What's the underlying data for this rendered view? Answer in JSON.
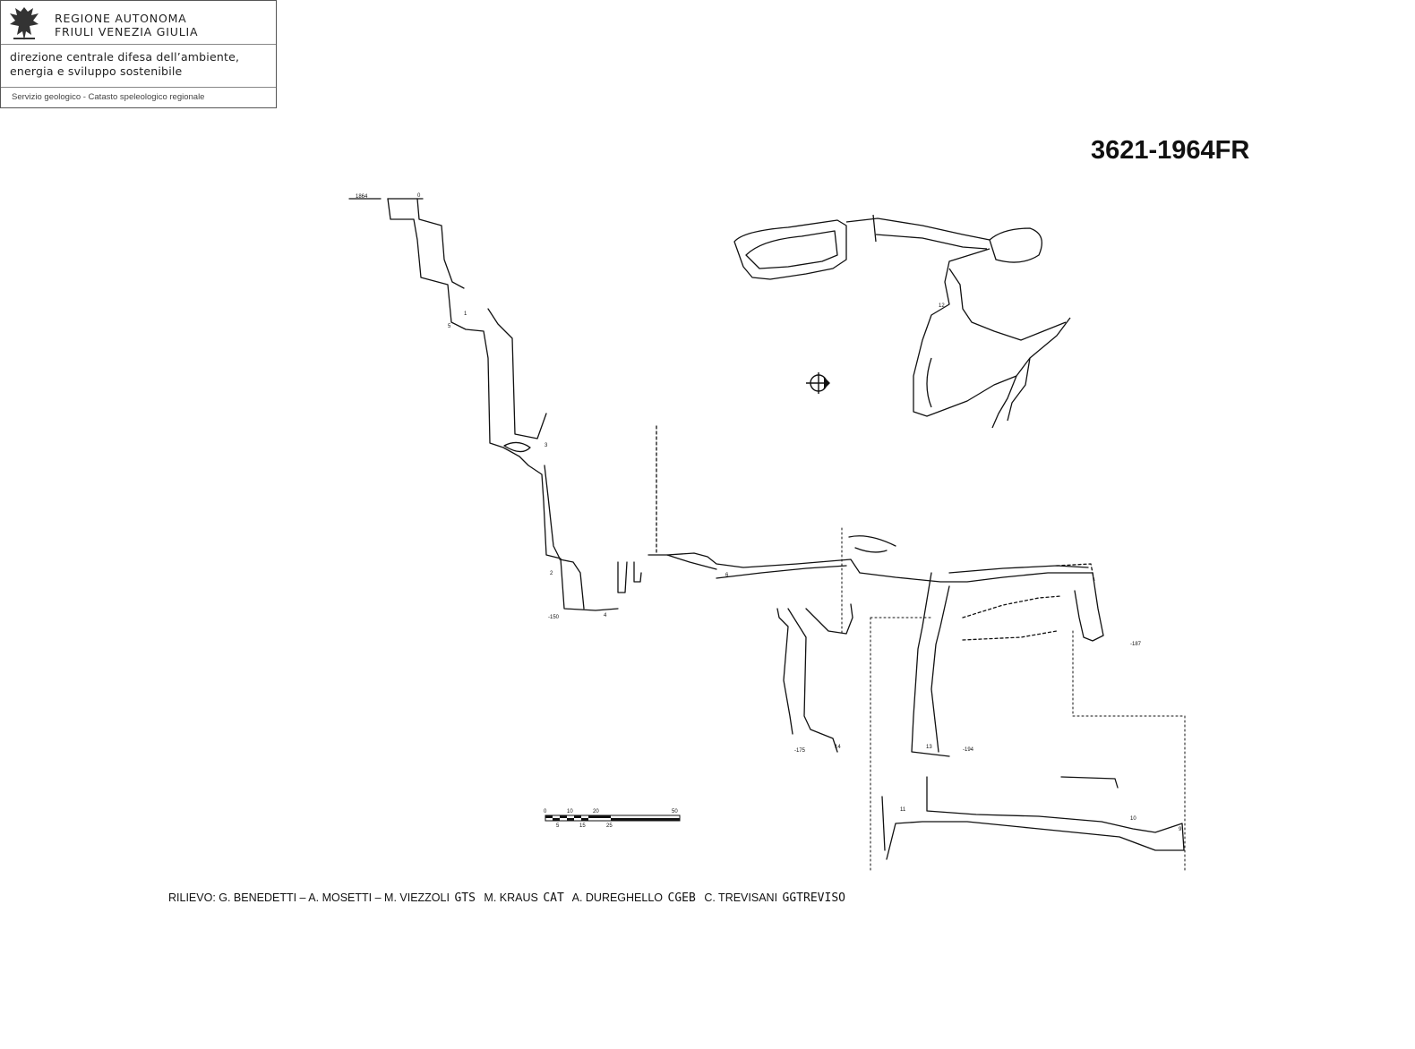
{
  "header": {
    "region_line1": "REGIONE AUTONOMA",
    "region_line2": "FRIULI VENEZIA GIULIA",
    "directorate_line1": "direzione centrale difesa dell’ambiente,",
    "directorate_line2": "energia e sviluppo sostenibile",
    "service": "Servizio geologico - Catasto speleologico regionale"
  },
  "document_id": "3621-1964FR",
  "survey": {
    "entrance_altitude": "1864",
    "entrance_depth": "0",
    "depths": [
      "-150",
      "-187",
      "-175",
      "-194"
    ],
    "station_labels": [
      "1",
      "2",
      "3",
      "4",
      "5",
      "6",
      "9",
      "10",
      "11",
      "12",
      "13",
      "14"
    ],
    "scale_ticks_top": [
      "0",
      "10",
      "20",
      "50"
    ],
    "scale_ticks_bottom": [
      "5",
      "15",
      "25"
    ]
  },
  "credits": {
    "prefix": "RILIEVO: G. BENEDETTI – A. MOSETTI – M. VIEZZOLI",
    "club1": "GTS",
    "name2": "M. KRAUS",
    "club2": "CAT",
    "name3": "A. DUREGHELLO",
    "club3": "CGEB",
    "name4": "C. TREVISANI",
    "club4": "GGTREVISO"
  },
  "colors": {
    "ink": "#111111",
    "frame": "#555555"
  }
}
